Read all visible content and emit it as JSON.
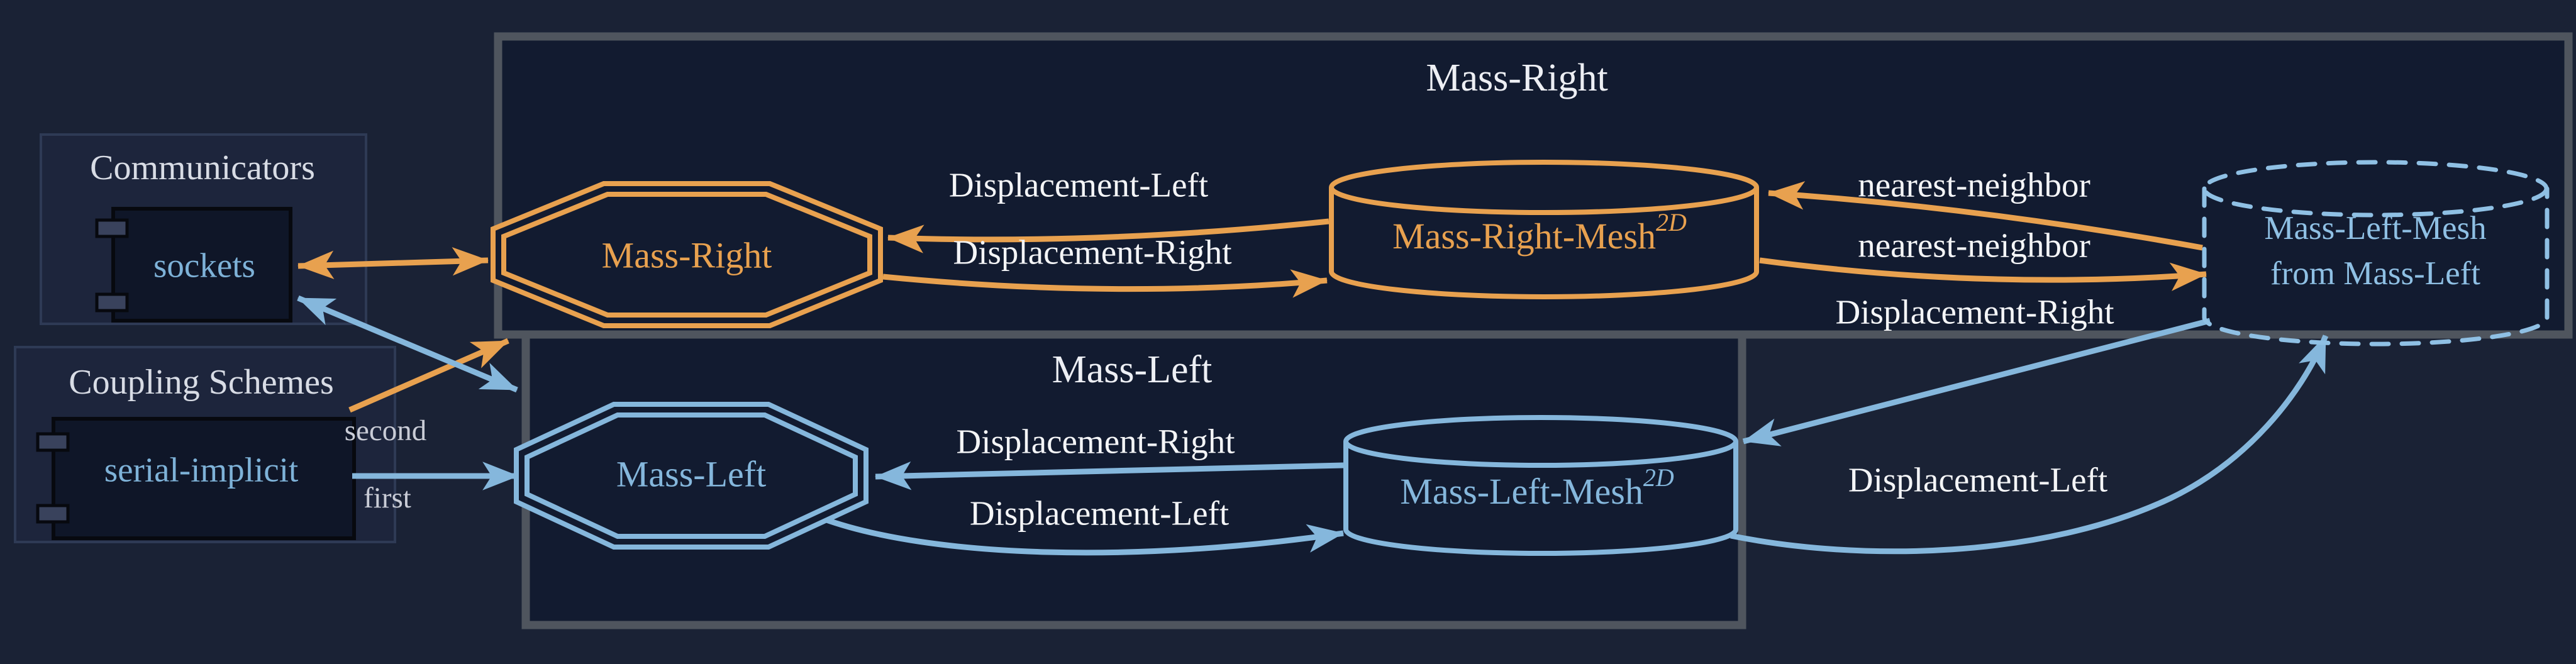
{
  "diagram": {
    "clusters": {
      "mass_right": {
        "title": "Mass-Right"
      },
      "mass_left": {
        "title": "Mass-Left"
      }
    },
    "groups": {
      "communicators": {
        "title": "Communicators",
        "item": "sockets"
      },
      "coupling_schemes": {
        "title": "Coupling Schemes",
        "item": "serial-implicit"
      }
    },
    "nodes": {
      "mass_right_participant": {
        "label": "Mass-Right"
      },
      "mass_left_participant": {
        "label": "Mass-Left"
      },
      "mass_right_mesh": {
        "label": "Mass-Right-Mesh",
        "sup": "2D"
      },
      "mass_left_mesh": {
        "label": "Mass-Left-Mesh",
        "sup": "2D"
      },
      "mass_left_mesh_received": {
        "line1": "Mass-Left-Mesh",
        "line2": "from Mass-Left"
      }
    },
    "edge_labels": {
      "second": "second",
      "first": "first",
      "read_displacement_left": "Displacement-Left",
      "write_displacement_right": "Displacement-Right",
      "mapping_top": "nearest-neighbor",
      "mapping_bottom": "nearest-neighbor",
      "exchange_displacement_right": "Displacement-Right",
      "read_displacement_right": "Displacement-Right",
      "write_displacement_left": "Displacement-Left",
      "exchange_displacement_left": "Displacement-Left"
    },
    "colors": {
      "orange": "#E8A14F",
      "blue": "#85B7DC",
      "label_white": "#F4F5F7",
      "label_gray": "#C9CCD6",
      "background": "#1A2235",
      "cluster_fill": "#121B30",
      "cluster_border": "#4F555E"
    }
  }
}
